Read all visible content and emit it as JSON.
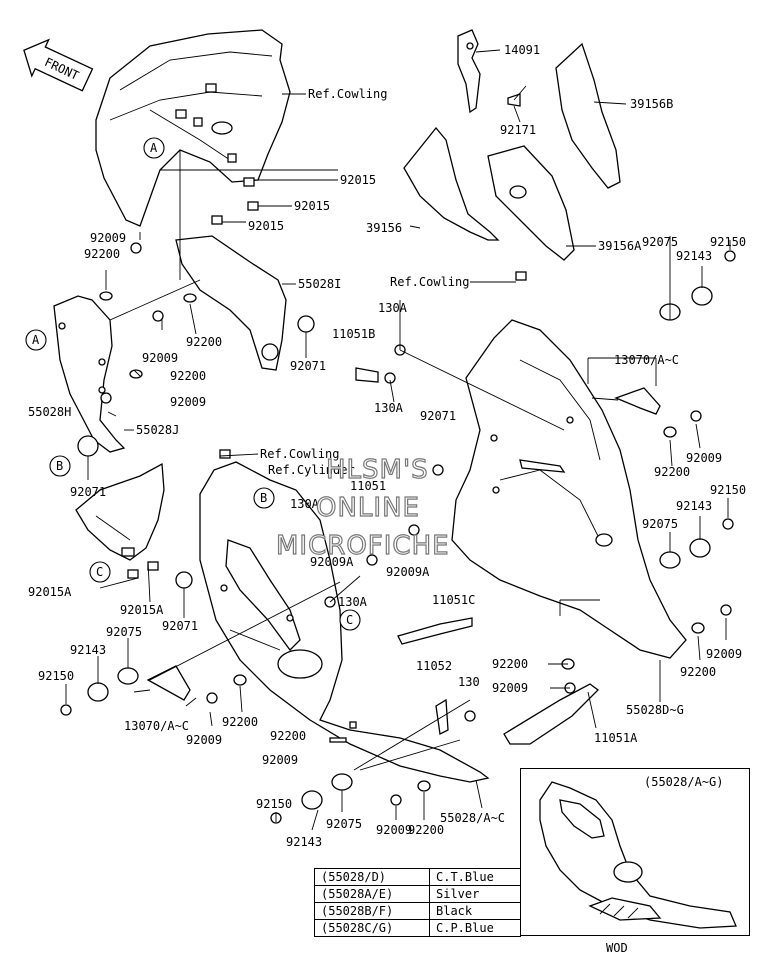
{
  "front_arrow": "FRONT",
  "ref_labels": {
    "cowling_1": "Ref.Cowling",
    "cowling_2": "Ref.Cowling",
    "cowling_3": "Ref.Cowling",
    "cylinder": "Ref.Cylinder"
  },
  "callouts": [
    "A",
    "A",
    "B",
    "B",
    "C",
    "C"
  ],
  "part_numbers": {
    "p14091": "14091",
    "p92171": "92171",
    "p39156B": "39156B",
    "p39156": "39156",
    "p39156A": "39156A",
    "p92015_1": "92015",
    "p92015_2": "92015",
    "p92015_3": "92015",
    "p92009_1": "92009",
    "p92200_1": "92200",
    "p55028I": "55028I",
    "p92200_2": "92200",
    "p92009_2": "92009",
    "p92071_1": "92071",
    "p92200_3": "92200",
    "p92009_3": "92009",
    "p55028H": "55028H",
    "p55028J": "55028J",
    "p92071_2": "92071",
    "p92150_1": "92150",
    "p92143_1": "92143",
    "p92075_1": "92075",
    "p130A_1": "130A",
    "p11051B": "11051B",
    "p130A_2": "130A",
    "p13070_1": "13070/A~C",
    "p92071_3": "92071",
    "p11051": "11051",
    "p130A_3": "130A",
    "p92009_4": "92009",
    "p92200_4": "92200",
    "p92150_2": "92150",
    "p92143_2": "92143",
    "p92075_2": "92075",
    "p92009A_1": "92009A",
    "p92009A_2": "92009A",
    "p130A_4": "130A",
    "p92015A_1": "92015A",
    "p92015A_2": "92015A",
    "p92071_4": "92071",
    "p11051C": "11051C",
    "p92075_3": "92075",
    "p92143_3": "92143",
    "p92150_3": "92150",
    "p11052": "11052",
    "p130": "130",
    "p92200_5": "92200",
    "p92009_5": "92009",
    "p92009_6": "92009",
    "p92200_6": "92200",
    "p55028DG": "55028D~G",
    "p11051A": "11051A",
    "p13070_2": "13070/A~C",
    "p92009_7": "92009",
    "p92200_7": "92200",
    "p92200_8": "92200",
    "p92009_8": "92009",
    "p92150_4": "92150",
    "p92143_4": "92143",
    "p92075_4": "92075",
    "p92009_9": "92009",
    "p92200_9": "92200",
    "p55028AC": "55028/A~C"
  },
  "watermark": [
    "HLSM'S",
    "ONLINE",
    "MICROFICHE"
  ],
  "inset": {
    "title": "(55028/A~G)",
    "footer": "WOD"
  },
  "color_table": [
    {
      "code": "(55028/D)",
      "color": "C.T.Blue"
    },
    {
      "code": "(55028A/E)",
      "color": "Silver"
    },
    {
      "code": "(55028B/F)",
      "color": "Black"
    },
    {
      "code": "(55028C/G)",
      "color": "C.P.Blue"
    }
  ]
}
